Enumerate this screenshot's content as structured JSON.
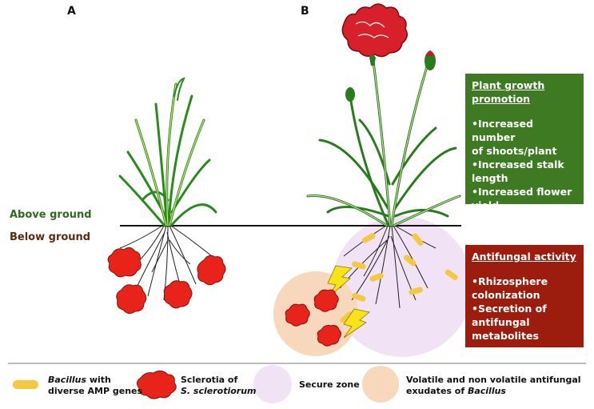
{
  "panels": {
    "a": "A",
    "b": "B"
  },
  "ground": {
    "above": "Above ground",
    "below": "Below ground"
  },
  "growth_box": {
    "title_line1": "Plant growth",
    "title_line2": "promotion",
    "items": [
      "•Increased number",
      "of shoots/plant",
      "•Increased stalk",
      "length",
      "•Increased flower",
      "yield"
    ]
  },
  "antifungal_box": {
    "title": "Antifungal activity",
    "items": [
      "•Rhizosphere",
      "colonization",
      "•Secretion of",
      "antifungal",
      "metabolites"
    ]
  },
  "legend": {
    "bacillus_italic": "Bacillus",
    "bacillus_rest": " with",
    "bacillus_line2": "diverse AMP genes",
    "sclerotia_line1": "Sclerotia of",
    "sclerotia_line2": "S. sclerotiorum",
    "secure_zone": "Secure zone",
    "exudates_line1": "Volatile and non volatile antifungal",
    "exudates_line2_plain": "exudates of ",
    "exudates_line2_italic": "Bacillus"
  },
  "colors": {
    "growth_box": "#3d7a22",
    "antifungal_box": "#9c1c0e",
    "above_ground_text": "#2f6b1c",
    "below_ground_text": "#5a2a12",
    "bacillus": "#f5c842",
    "sclerotia": "#e8241a",
    "secure_zone": "#f2e2f6",
    "exudate_zone": "#f7d8bc",
    "lightning": "#f7e31a"
  }
}
